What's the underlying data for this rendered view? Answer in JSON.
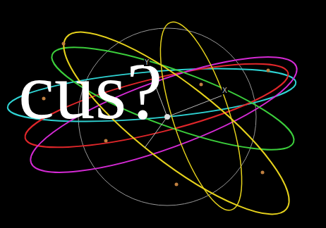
{
  "diagram": {
    "labels": [
      "cus?",
      "Y",
      "X"
    ]
  }
}
